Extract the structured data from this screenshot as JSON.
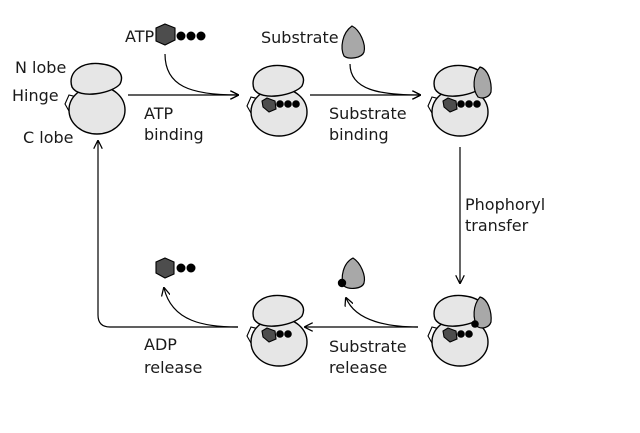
{
  "diagram": {
    "labels": {
      "n_lobe": "N lobe",
      "hinge": "Hinge",
      "c_lobe": "C lobe",
      "atp": "ATP",
      "substrate": "Substrate"
    },
    "steps": {
      "atp_binding": [
        "ATP",
        "binding"
      ],
      "substrate_binding": [
        "Substrate",
        "binding"
      ],
      "phosphoryl_transfer": [
        "Phophoryl",
        "transfer"
      ],
      "substrate_release": [
        "Substrate",
        "release"
      ],
      "adp_release": [
        "ADP",
        "release"
      ]
    }
  }
}
